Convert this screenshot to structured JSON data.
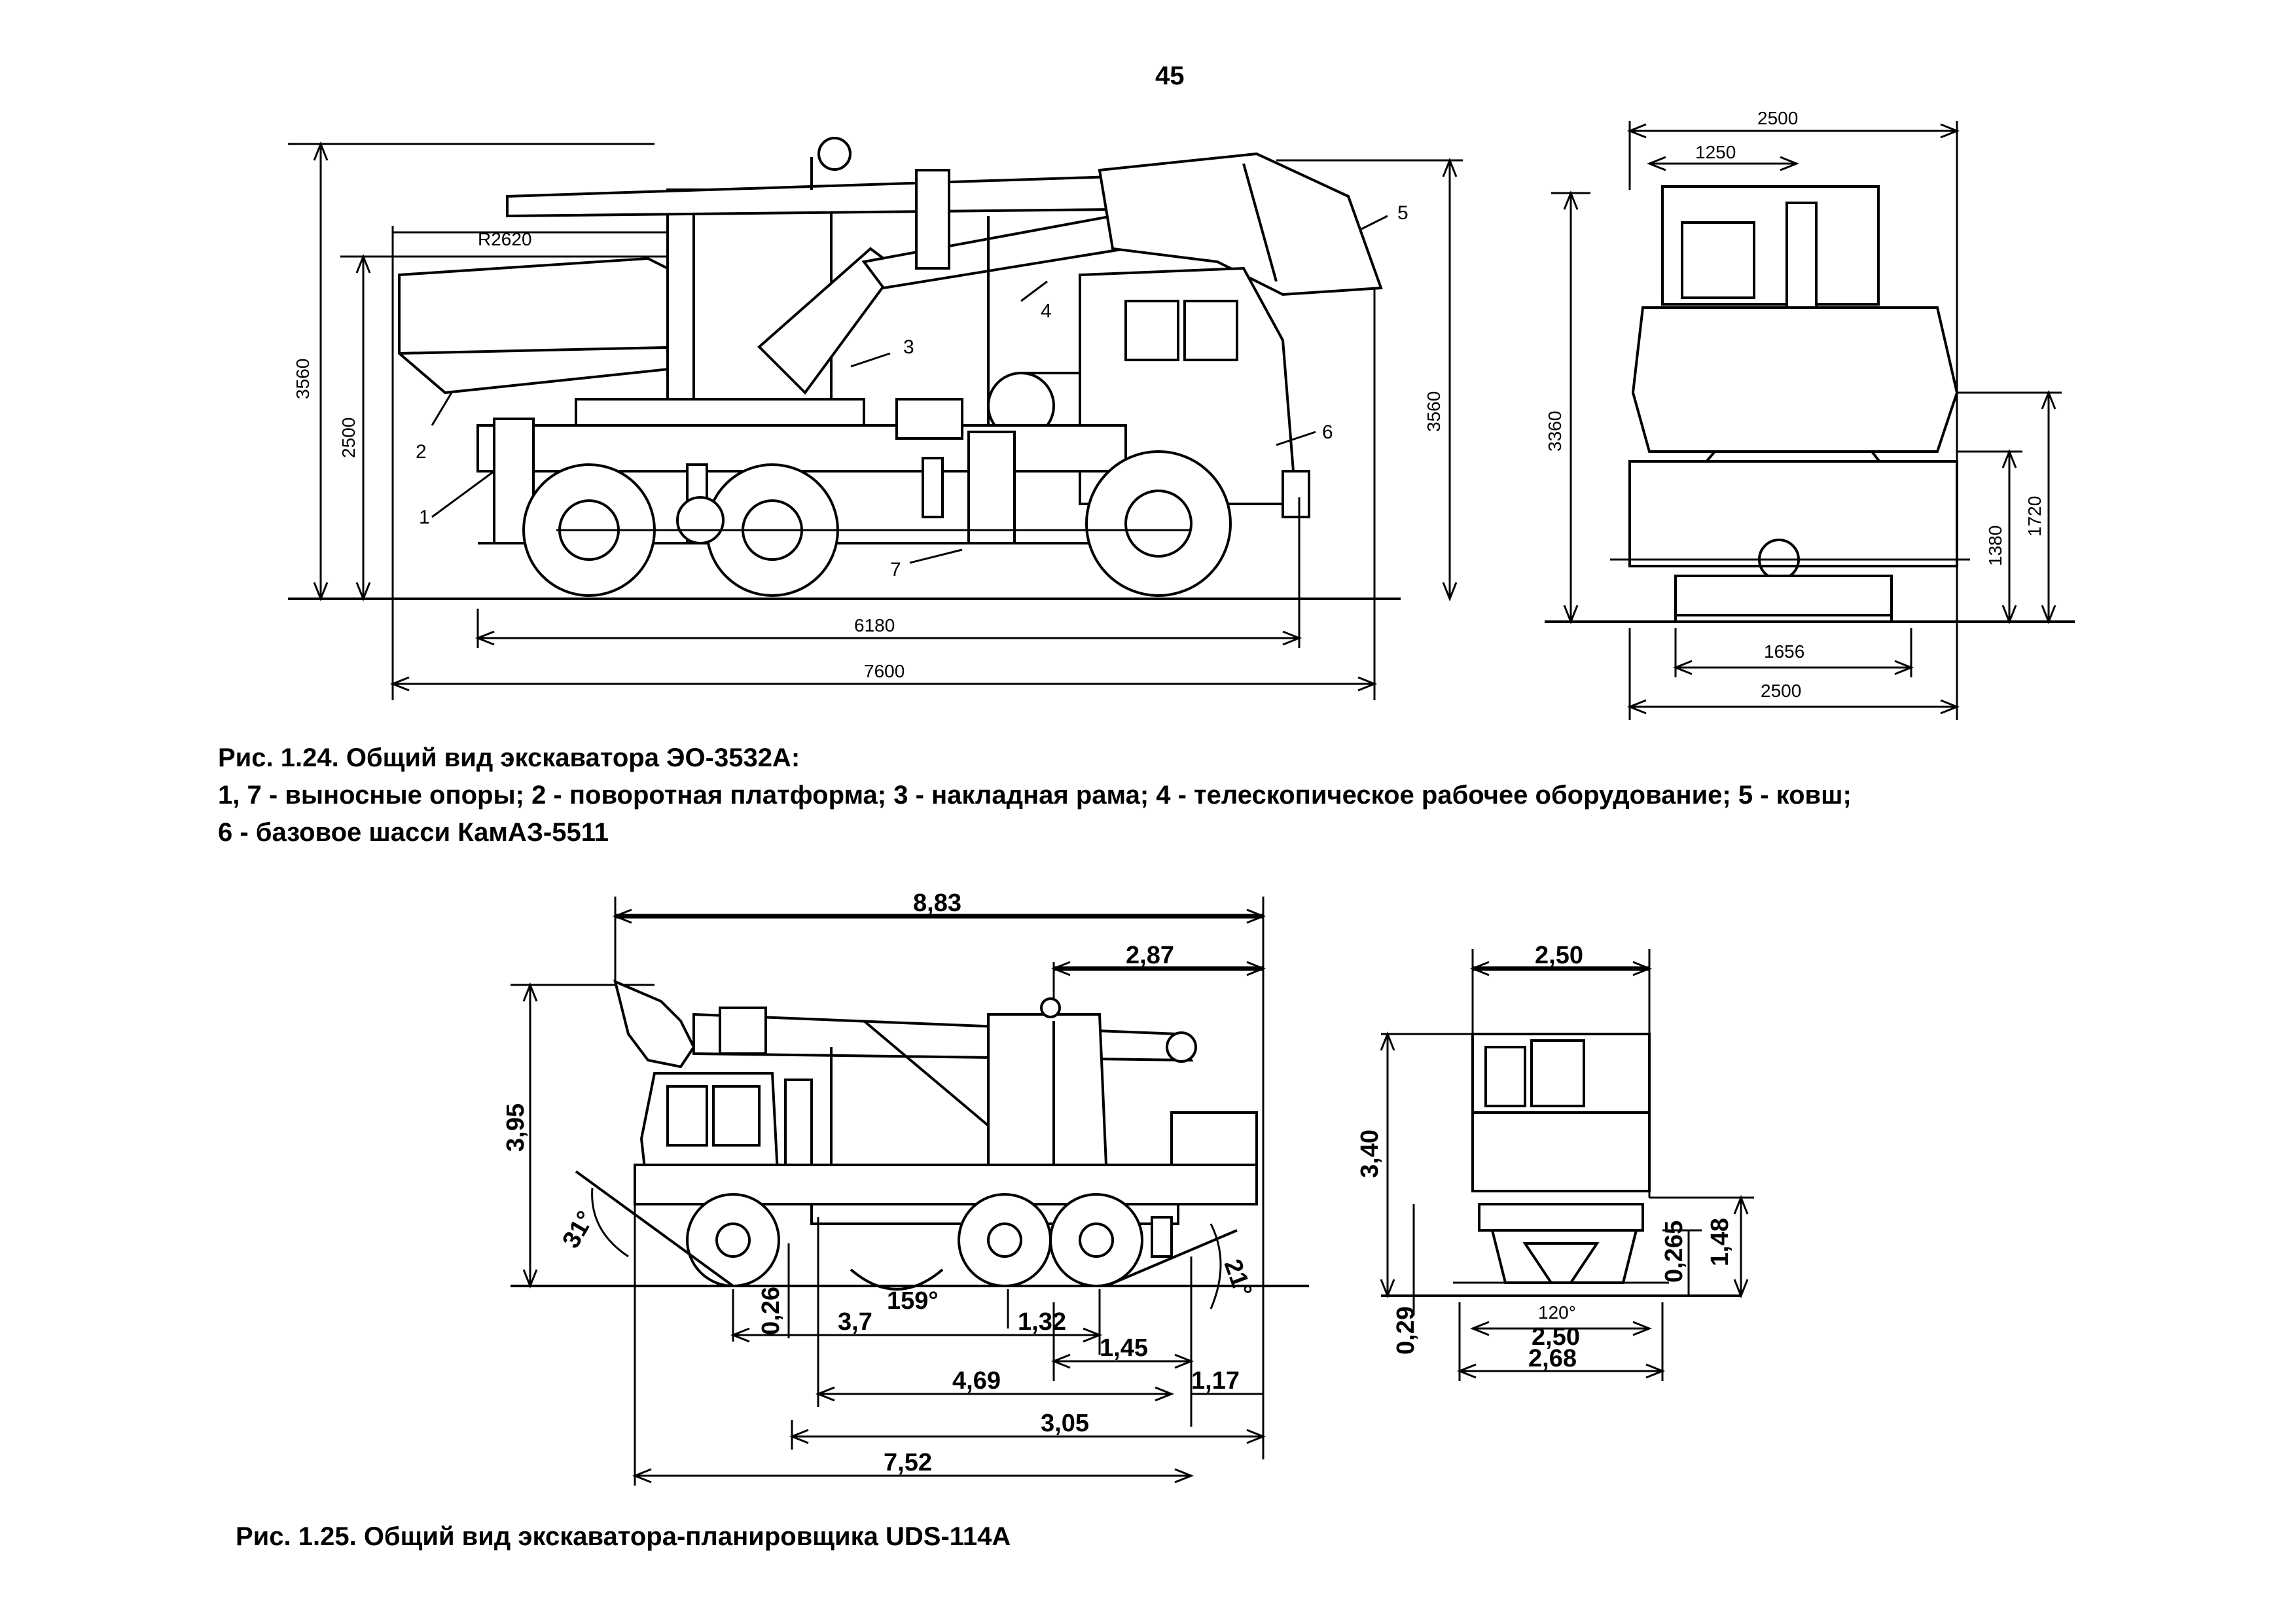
{
  "page_number": "45",
  "figure1": {
    "caption_line1": "Рис. 1.24. Общий вид экскаватора ЭО-3532А:",
    "caption_line2": "1, 7  - выносные опоры; 2 - поворотная платформа; 3 - накладная рама; 4 - телескопическое рабочее оборудование; 5 - ковш;",
    "caption_line3": "6 - базовое шасси КамАЗ-5511",
    "side_view": {
      "radius_label": "R2620",
      "height_left_total": "3560",
      "height_left_platform": "2500",
      "height_right_total": "3560",
      "length_wheelbase": "6180",
      "length_total": "7600",
      "callouts": [
        "1",
        "2",
        "3",
        "4",
        "5",
        "6",
        "7"
      ]
    },
    "front_view": {
      "width_top": "2500",
      "width_half": "1250",
      "height_total": "3360",
      "height_platform": "1720",
      "height_frame": "1380",
      "track": "1656",
      "width_bottom": "2500"
    }
  },
  "figure2": {
    "caption": "Рис. 1.25. Общий вид экскаватора-планировщика UDS-114A",
    "side_view": {
      "length_top": "8,83",
      "boom_overhang": "2,87",
      "height_total": "3,95",
      "approach_angle": "31°",
      "departure_angle": "21°",
      "clearance_angle": "159°",
      "ground_clearance": "0,26",
      "dim_3_7": "3,7",
      "dim_1_32": "1,32",
      "dim_1_45": "1,45",
      "dim_4_69": "4,69",
      "dim_1_17": "1,17",
      "dim_3_05": "3,05",
      "dim_7_52": "7,52"
    },
    "front_view": {
      "width_top": "2,50",
      "height_total": "3,40",
      "height_0_29": "0,29",
      "height_0_265": "0,265",
      "height_1_48": "1,48",
      "angle": "120°",
      "width_mid": "2,50",
      "width_bottom": "2,68"
    }
  }
}
